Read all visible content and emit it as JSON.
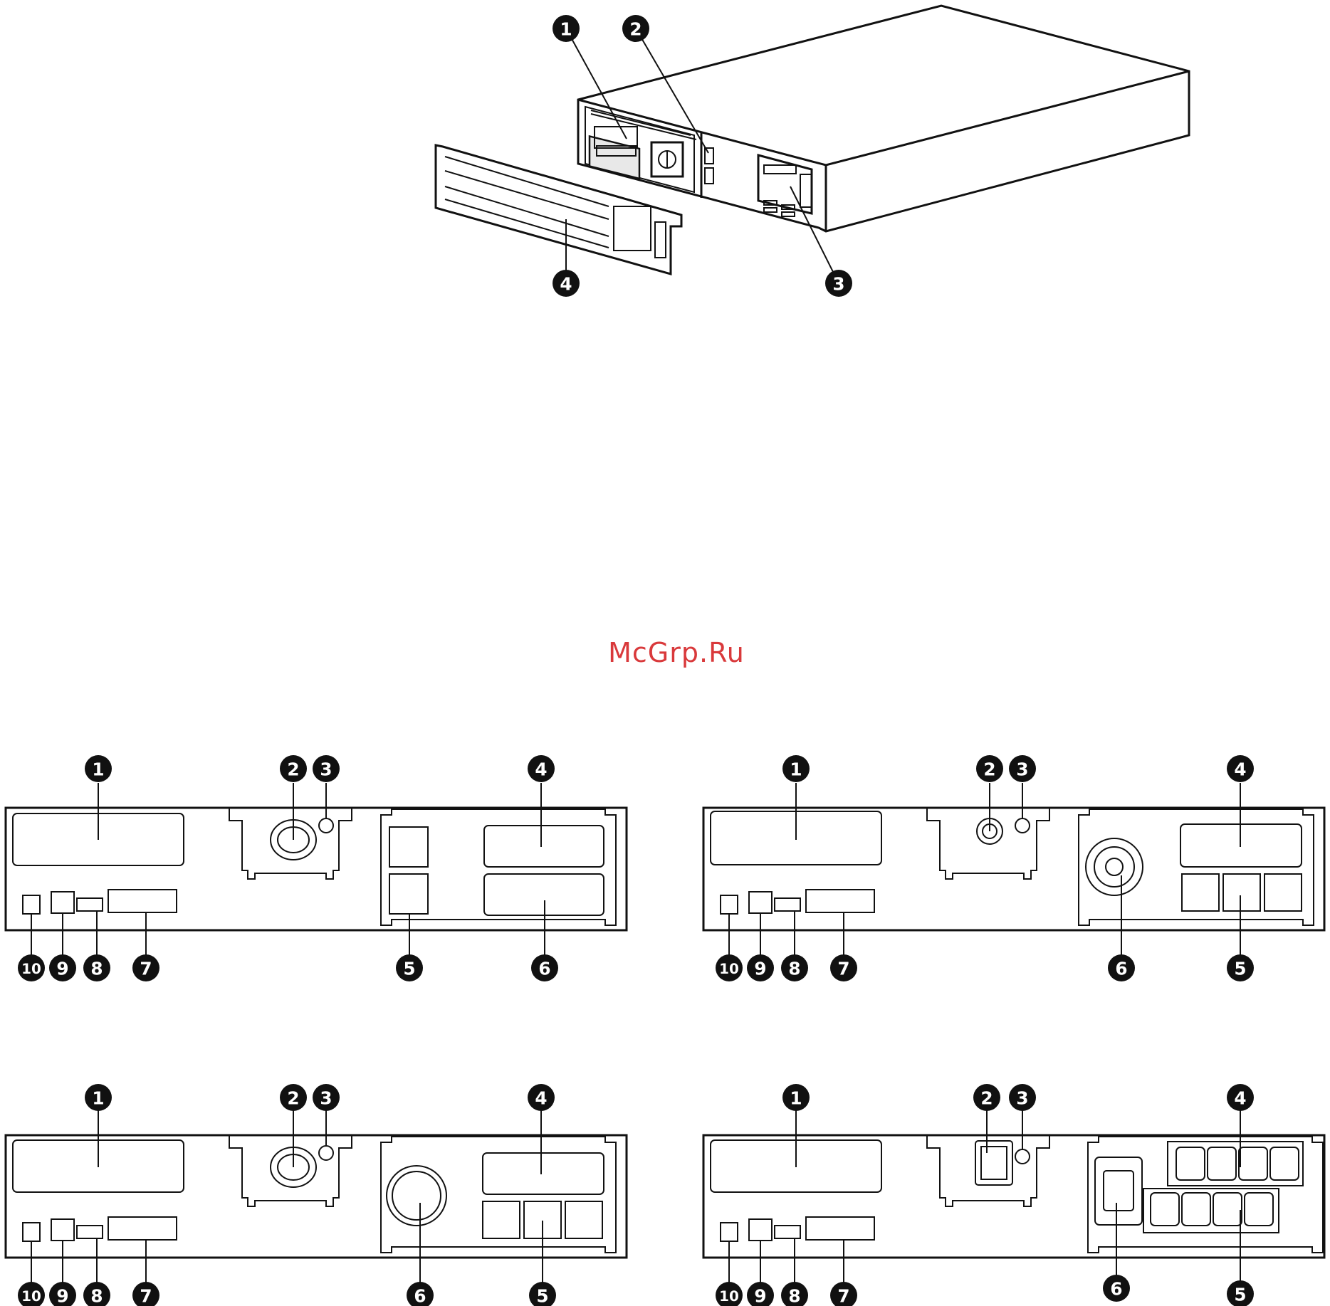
{
  "watermark": {
    "text": "McGrp.Ru",
    "color": "#d9393b"
  },
  "top_view": {
    "callouts": [
      "1",
      "2",
      "3",
      "4"
    ]
  },
  "rear_panels": [
    {
      "id": "panel-a",
      "callouts": [
        "1",
        "2",
        "3",
        "4",
        "5",
        "6",
        "7",
        "8",
        "9",
        "10"
      ]
    },
    {
      "id": "panel-b",
      "callouts": [
        "1",
        "2",
        "3",
        "4",
        "5",
        "6",
        "7",
        "8",
        "9",
        "10"
      ]
    },
    {
      "id": "panel-c",
      "callouts": [
        "1",
        "2",
        "3",
        "4",
        "5",
        "6",
        "7",
        "8",
        "9",
        "10"
      ]
    },
    {
      "id": "panel-d",
      "callouts": [
        "1",
        "2",
        "3",
        "4",
        "5",
        "6",
        "7",
        "8",
        "9",
        "10"
      ]
    }
  ]
}
